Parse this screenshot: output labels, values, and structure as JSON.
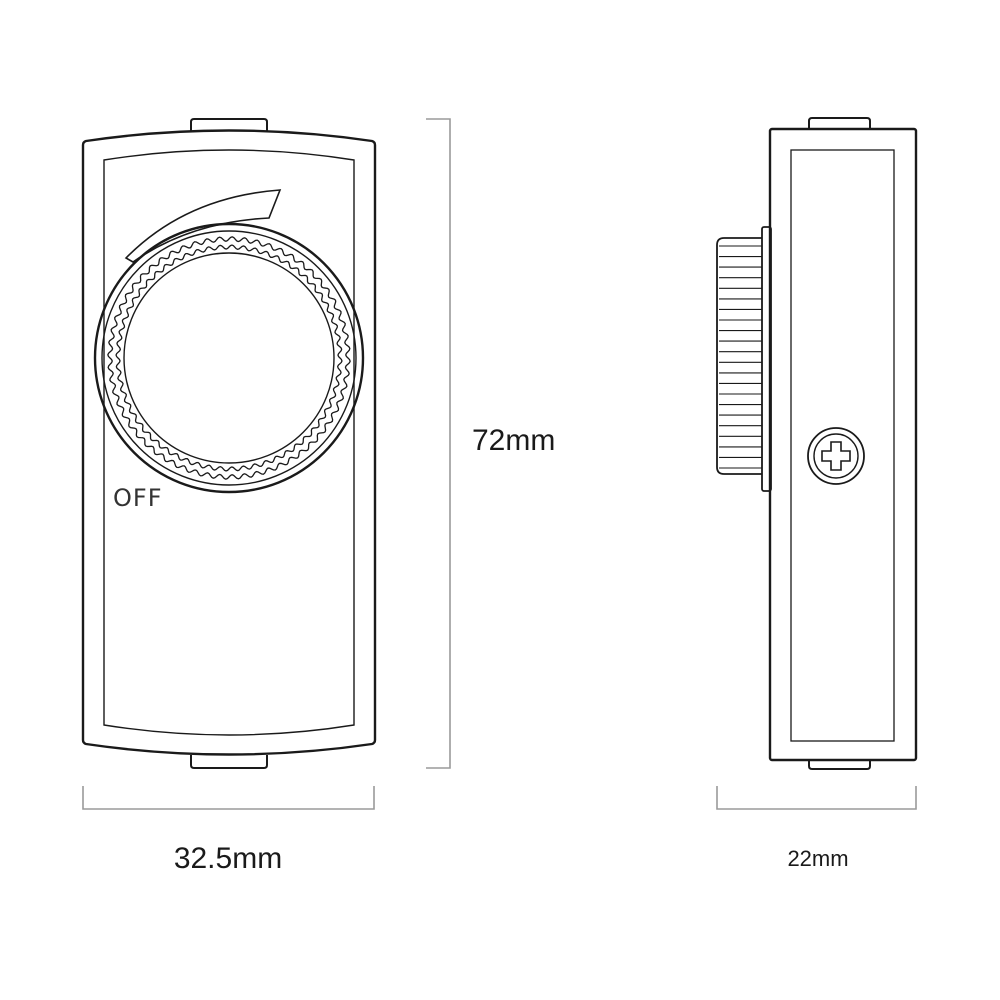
{
  "front_view": {
    "knob_label": "OFF"
  },
  "dimensions": {
    "width_label": "32.5mm",
    "height_label": "72mm",
    "depth_label": "22mm"
  },
  "side_view": {
    "screw_icon": "phillips-screw-icon"
  },
  "colors": {
    "line": "#1a1a1a",
    "dimension_line": "#9a9a9a",
    "background": "#ffffff"
  }
}
